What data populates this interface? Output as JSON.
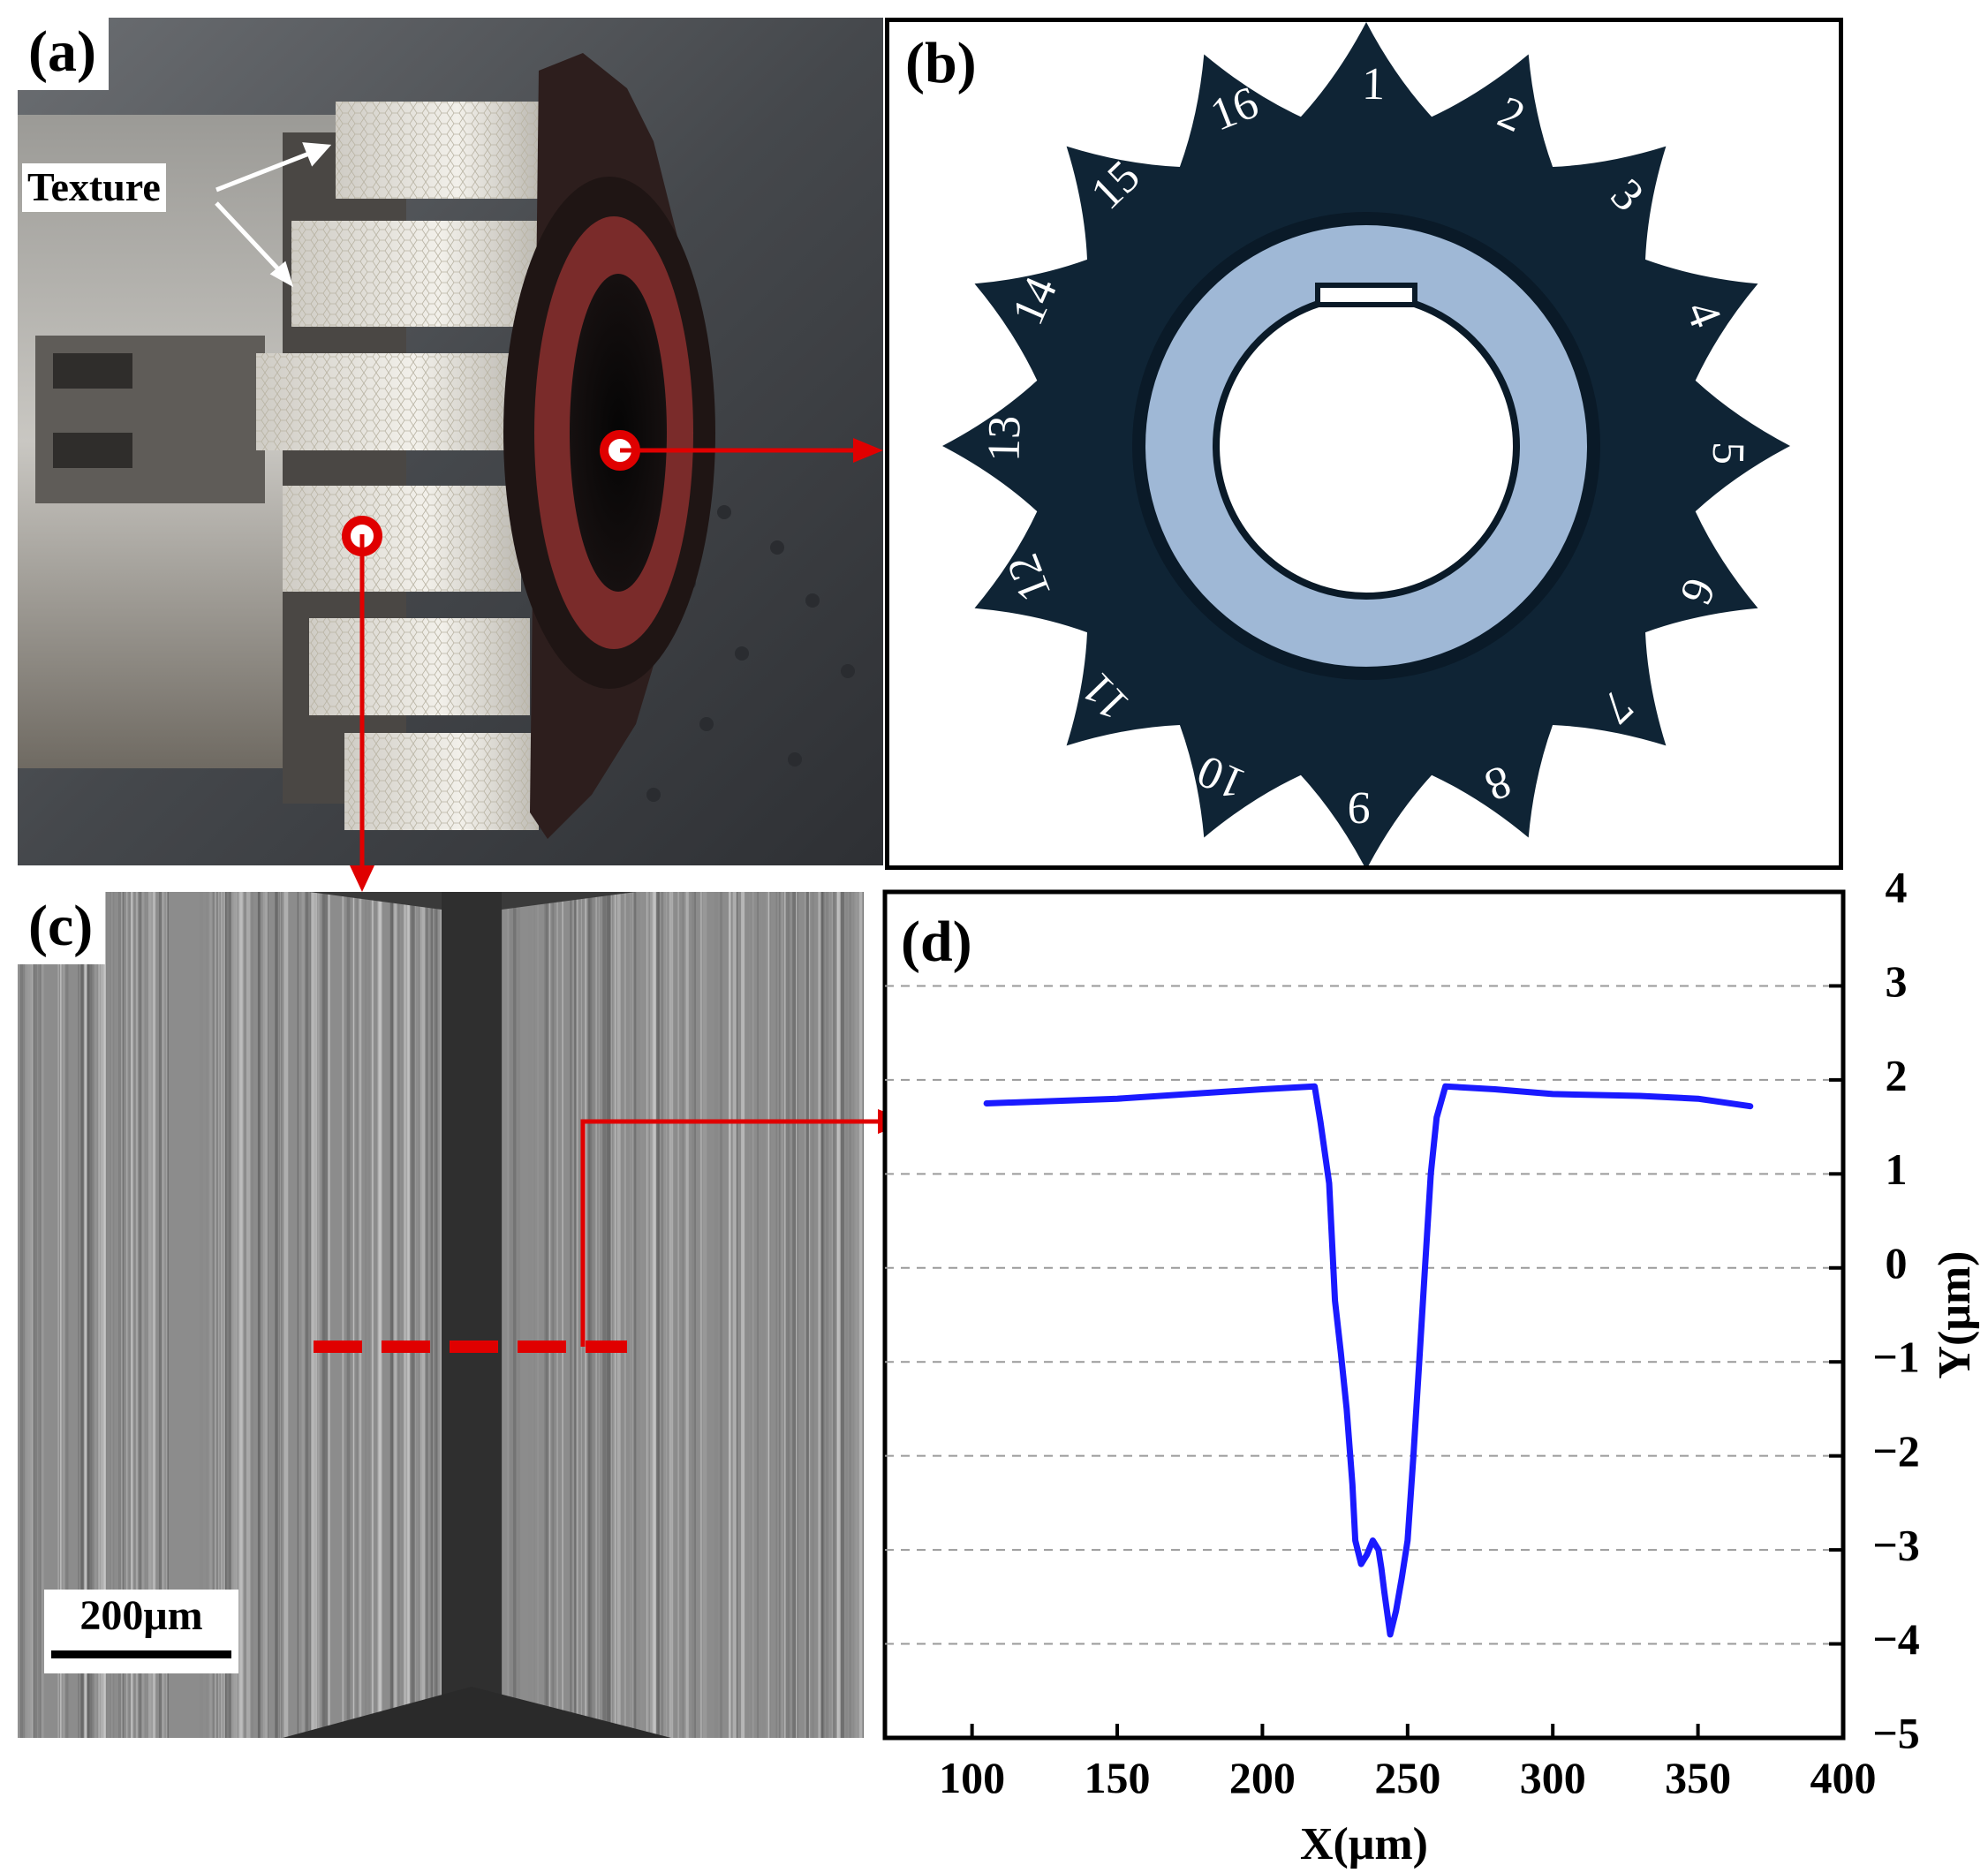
{
  "panel_a": {
    "label": "(a)",
    "texture_label": "Texture"
  },
  "panel_b": {
    "label": "(b)",
    "tooth_numbers": [
      "1",
      "2",
      "3",
      "4",
      "5",
      "6",
      "7",
      "8",
      "9",
      "10",
      "11",
      "12",
      "13",
      "14",
      "15",
      "16"
    ]
  },
  "panel_c": {
    "label": "(c)",
    "scale_bar": "200μm"
  },
  "panel_d": {
    "label": "(d)"
  },
  "colors": {
    "gear_body": "#0f2435",
    "bushing": "#9fb8d6",
    "profile_line": "#1a1aff",
    "marker_red": "#e00000"
  },
  "chart_data": {
    "type": "line",
    "xlabel": "X(μm)",
    "ylabel": "Y(μm)",
    "xlim": [
      70,
      400
    ],
    "ylim": [
      -5,
      4
    ],
    "xticks": [
      100,
      150,
      200,
      250,
      300,
      350,
      400
    ],
    "yticks": [
      4,
      3,
      2,
      1,
      0,
      -1,
      -2,
      -3,
      -4,
      -5
    ],
    "grid": "horizontal dashed",
    "series": [
      {
        "x": [
          105,
          150,
          200,
          218,
          220,
          223,
          225,
          227,
          229,
          231,
          232,
          234,
          236,
          238,
          240,
          241,
          242,
          244,
          246,
          248,
          250,
          252,
          254,
          256,
          258,
          260,
          263,
          280,
          300,
          330,
          350,
          368
        ],
        "y": [
          1.75,
          1.8,
          1.9,
          1.93,
          1.55,
          0.9,
          -0.35,
          -0.9,
          -1.5,
          -2.3,
          -2.9,
          -3.15,
          -3.05,
          -2.9,
          -3.0,
          -3.2,
          -3.45,
          -3.9,
          -3.65,
          -3.3,
          -2.9,
          -2.0,
          -1.0,
          0.0,
          1.0,
          1.6,
          1.93,
          1.9,
          1.85,
          1.83,
          1.8,
          1.72
        ]
      }
    ]
  }
}
